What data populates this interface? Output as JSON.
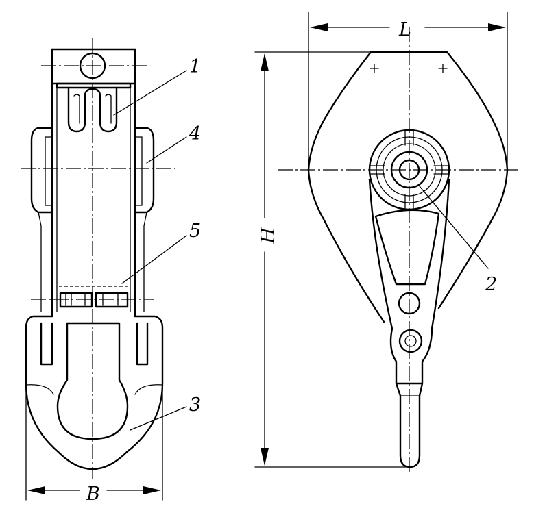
{
  "labels": {
    "part_1": "1",
    "part_2": "2",
    "part_3": "3",
    "part_4": "4",
    "part_5": "5"
  },
  "dimensions": {
    "width_b": "B",
    "length_l": "L",
    "height_h": "H"
  }
}
